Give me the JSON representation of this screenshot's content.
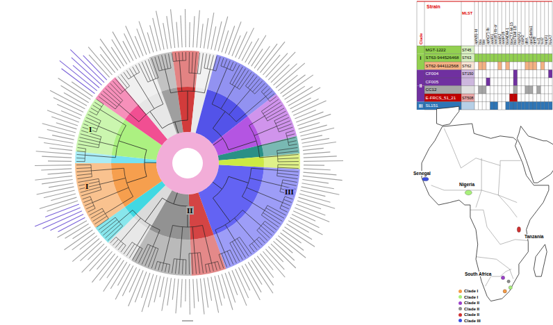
{
  "diagram": {
    "labels": [
      "I",
      "I",
      "II",
      "III",
      "Clade",
      "Strain",
      "MLST",
      "aph(6)-Id",
      "bla",
      "ble",
      "aph(3'')-Ib",
      "aadA1",
      "aac(6')-Ib-cr",
      "aadA2",
      "aadA16",
      "blaNDM-1",
      "blaCTX-M-15",
      "blaTEM-1B",
      "mph(A)",
      "catA2",
      "dfrA",
      "qacEdelta1",
      "qnrB",
      "sul1",
      "sul2",
      "tet(A)",
      "fosA7",
      "MGT-1222",
      "ST63-944526468",
      "ST62-944112568",
      "CF004",
      "CF005",
      "CC12",
      "E-FRCS_51_21",
      "SL151",
      "ST45",
      "ST63",
      "ST62",
      "ST150",
      "ST508",
      "I",
      "II",
      "III",
      "Senegal",
      "Nigeria",
      "Tanzania",
      "South Africa"
    ],
    "legend": [
      {
        "text": "Clade I",
        "color": "#f59a45"
      },
      {
        "text": "Clade I",
        "color": "#a8f07a"
      },
      {
        "text": "Clade II",
        "color": "#9b3fc9"
      },
      {
        "text": "Clade II",
        "color": "#8c8c8c"
      },
      {
        "text": "Clade II",
        "color": "#d03030"
      },
      {
        "text": "Clade III",
        "color": "#3a4ee0"
      }
    ]
  }
}
